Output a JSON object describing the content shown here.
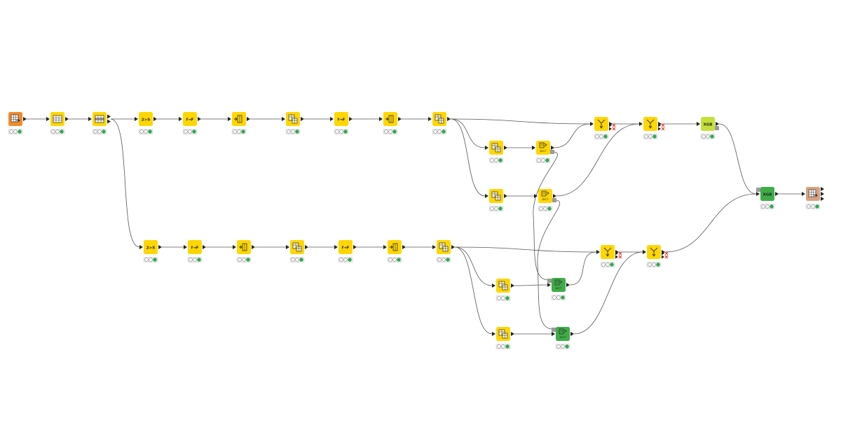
{
  "workflow": {
    "colors": {
      "source": "#f28c28",
      "manipulator": "#ffd700",
      "learner": "#c6e03a",
      "predictor": "#3fad47",
      "sink": "#d9a37f",
      "edge": "#555555",
      "port": "#222222",
      "statusGreen": "#2fa84f",
      "error": "#e8352e"
    },
    "nodes": [
      {
        "id": "reader",
        "kind": "source",
        "glyph": "table-reader-icon",
        "label": ""
      },
      {
        "id": "partition-a",
        "kind": "manipulator",
        "glyph": "table-grid-icon",
        "label": ""
      },
      {
        "id": "partition-b",
        "kind": "manipulator",
        "glyph": "table-split-icon",
        "label": ""
      },
      {
        "id": "n2s-top",
        "kind": "manipulator",
        "glyph": "text-icon",
        "label": "2>S"
      },
      {
        "id": "ff1-top",
        "kind": "manipulator",
        "glyph": "text-icon",
        "label": "f→F"
      },
      {
        "id": "filter1-top",
        "kind": "manipulator",
        "glyph": "column-filter-icon",
        "label": ""
      },
      {
        "id": "calc1-top",
        "kind": "manipulator",
        "glyph": "table-calc-icon",
        "label": ""
      },
      {
        "id": "ff2-top",
        "kind": "manipulator",
        "glyph": "text-icon",
        "label": "f→F"
      },
      {
        "id": "filter2-top",
        "kind": "manipulator",
        "glyph": "column-filter-icon",
        "label": ""
      },
      {
        "id": "calc2-top",
        "kind": "manipulator",
        "glyph": "table-calc-icon",
        "label": ""
      },
      {
        "id": "calc3-top",
        "kind": "manipulator",
        "glyph": "table-calc-icon",
        "label": ""
      },
      {
        "id": "dict-top-1",
        "kind": "manipulator",
        "glyph": "dictionary-icon",
        "label": "DICT"
      },
      {
        "id": "calc4-top",
        "kind": "manipulator",
        "glyph": "table-calc-icon",
        "label": ""
      },
      {
        "id": "dict-top-2",
        "kind": "manipulator",
        "glyph": "dictionary-icon",
        "label": "DICT"
      },
      {
        "id": "join1-top",
        "kind": "manipulator",
        "glyph": "joiner-icon",
        "label": "",
        "error": true
      },
      {
        "id": "join2-top",
        "kind": "manipulator",
        "glyph": "joiner-icon",
        "label": "",
        "error": true
      },
      {
        "id": "xgb-learner",
        "kind": "learner",
        "glyph": "text-icon",
        "label": "XGB"
      },
      {
        "id": "xgb-predictor",
        "kind": "predictor",
        "glyph": "text-icon",
        "label": "XGB"
      },
      {
        "id": "writer",
        "kind": "sink",
        "glyph": "table-writer-icon",
        "label": ""
      },
      {
        "id": "n2s-bot",
        "kind": "manipulator",
        "glyph": "text-icon",
        "label": "2>S"
      },
      {
        "id": "ff1-bot",
        "kind": "manipulator",
        "glyph": "text-icon",
        "label": "f→F"
      },
      {
        "id": "filter1-bot",
        "kind": "manipulator",
        "glyph": "column-filter-icon",
        "label": ""
      },
      {
        "id": "calc1-bot",
        "kind": "manipulator",
        "glyph": "table-calc-icon",
        "label": ""
      },
      {
        "id": "ff2-bot",
        "kind": "manipulator",
        "glyph": "text-icon",
        "label": "f→F"
      },
      {
        "id": "filter2-bot",
        "kind": "manipulator",
        "glyph": "column-filter-icon",
        "label": ""
      },
      {
        "id": "calc2-bot",
        "kind": "manipulator",
        "glyph": "table-calc-icon",
        "label": ""
      },
      {
        "id": "calc3-bot",
        "kind": "manipulator",
        "glyph": "table-calc-icon",
        "label": ""
      },
      {
        "id": "dict-bot-1",
        "kind": "predictor",
        "glyph": "dictionary-icon",
        "label": "DICT"
      },
      {
        "id": "calc4-bot",
        "kind": "manipulator",
        "glyph": "table-calc-icon",
        "label": ""
      },
      {
        "id": "dict-bot-2",
        "kind": "predictor",
        "glyph": "dictionary-icon",
        "label": "DICT"
      },
      {
        "id": "join1-bot",
        "kind": "manipulator",
        "glyph": "joiner-icon",
        "label": "",
        "error": true
      },
      {
        "id": "join2-bot",
        "kind": "manipulator",
        "glyph": "joiner-icon",
        "label": "",
        "error": true
      }
    ],
    "edges": [
      [
        "reader",
        "partition-a"
      ],
      [
        "partition-a",
        "partition-b"
      ],
      [
        "partition-b",
        "n2s-top"
      ],
      [
        "n2s-top",
        "ff1-top"
      ],
      [
        "ff1-top",
        "filter1-top"
      ],
      [
        "filter1-top",
        "calc1-top"
      ],
      [
        "calc1-top",
        "ff2-top"
      ],
      [
        "ff2-top",
        "filter2-top"
      ],
      [
        "filter2-top",
        "calc2-top"
      ],
      [
        "calc2-top",
        "join1-top"
      ],
      [
        "calc2-top",
        "calc3-top"
      ],
      [
        "calc2-top",
        "calc4-top"
      ],
      [
        "calc3-top",
        "dict-top-1"
      ],
      [
        "calc4-top",
        "dict-top-2"
      ],
      [
        "dict-top-1",
        "join1-top"
      ],
      [
        "join1-top",
        "join2-top"
      ],
      [
        "dict-top-2",
        "join2-top"
      ],
      [
        "join2-top",
        "xgb-learner"
      ],
      [
        "xgb-learner",
        "xgb-predictor"
      ],
      [
        "xgb-predictor",
        "writer"
      ],
      [
        "partition-b",
        "n2s-bot"
      ],
      [
        "n2s-bot",
        "ff1-bot"
      ],
      [
        "ff1-bot",
        "filter1-bot"
      ],
      [
        "filter1-bot",
        "calc1-bot"
      ],
      [
        "calc1-bot",
        "ff2-bot"
      ],
      [
        "ff2-bot",
        "filter2-bot"
      ],
      [
        "filter2-bot",
        "calc2-bot"
      ],
      [
        "calc2-bot",
        "join1-bot"
      ],
      [
        "calc2-bot",
        "calc3-bot"
      ],
      [
        "calc2-bot",
        "calc4-bot"
      ],
      [
        "calc3-bot",
        "dict-bot-1"
      ],
      [
        "calc4-bot",
        "dict-bot-2"
      ],
      [
        "dict-bot-1",
        "join1-bot"
      ],
      [
        "join1-bot",
        "join2-bot"
      ],
      [
        "dict-bot-2",
        "join2-bot"
      ],
      [
        "join2-bot",
        "xgb-predictor"
      ],
      [
        "dict-top-1",
        "dict-bot-1"
      ],
      [
        "dict-top-2",
        "dict-bot-2"
      ]
    ]
  }
}
